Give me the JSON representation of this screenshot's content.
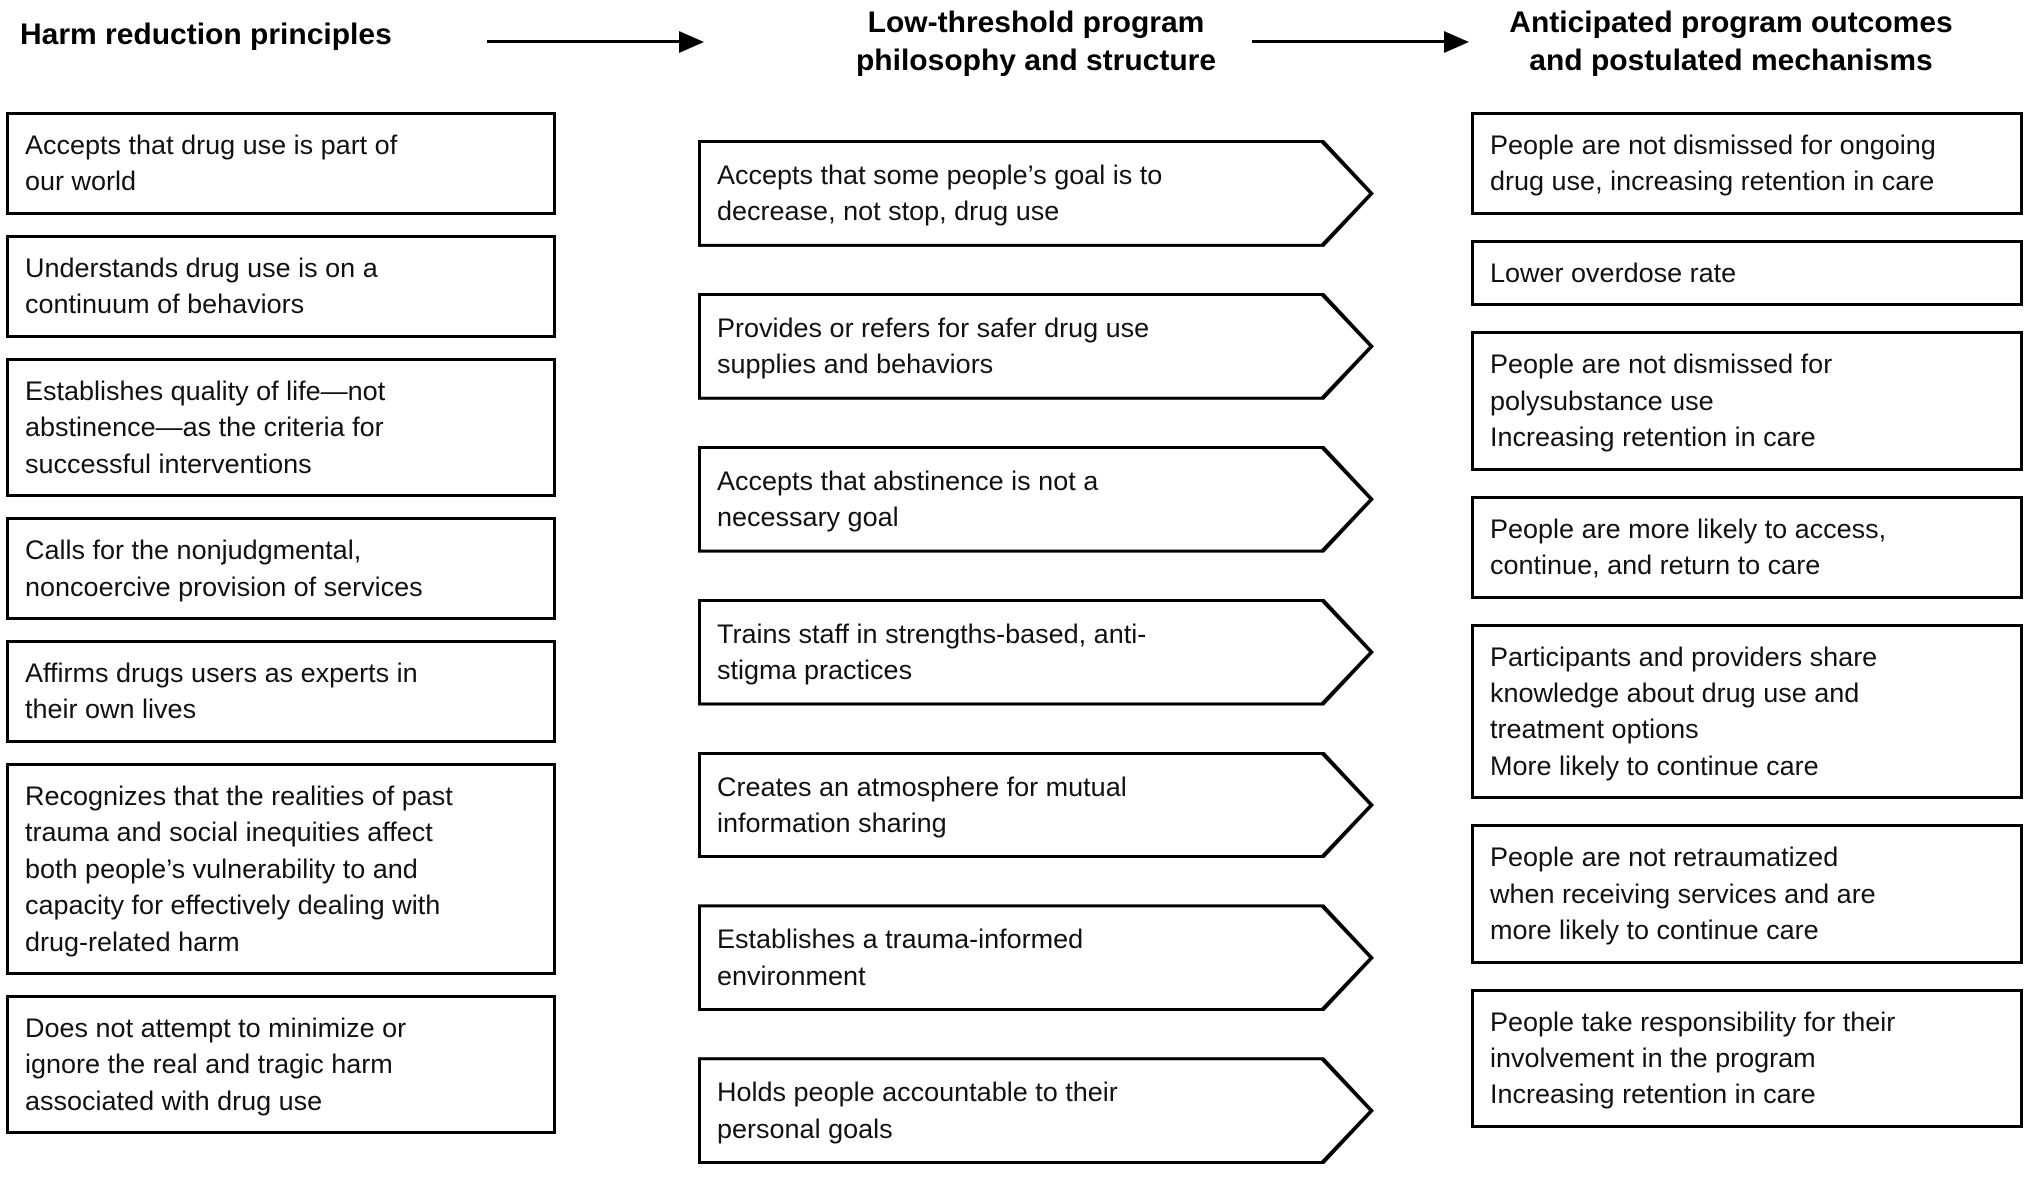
{
  "headers": {
    "principles": "Harm reduction principles",
    "program": "Low-threshold program\nphilosophy and structure",
    "outcomes": "Anticipated program outcomes\nand postulated mechanisms"
  },
  "icons": {
    "flow_arrow": "right-arrow"
  },
  "colors": {
    "line": "#000000",
    "background": "#ffffff",
    "text": "#111111"
  },
  "principles": [
    "Accepts that drug use is part of\nour world",
    "Understands drug use is on a\ncontinuum of behaviors",
    "Establishes quality of life—not\nabstinence—as the criteria for\nsuccessful interventions",
    "Calls for the nonjudgmental,\nnoncoercive provision of services",
    "Affirms drugs users as experts in\ntheir own lives",
    "Recognizes that the realities of past\ntrauma and social inequities affect\nboth people’s vulnerability to and\ncapacity for effectively dealing with\ndrug-related harm",
    "Does not attempt to minimize or\nignore the real and tragic harm\nassociated with drug use"
  ],
  "program": [
    "Accepts that some people’s goal is to\ndecrease, not stop, drug use",
    "Provides or refers for safer drug use\nsupplies and behaviors",
    "Accepts that abstinence is not a\nnecessary goal",
    "Trains staff in strengths-based, anti-\nstigma practices",
    "Creates an atmosphere for mutual\ninformation sharing",
    "Establishes a trauma-informed\nenvironment",
    "Holds people accountable to their\npersonal goals"
  ],
  "outcomes": [
    "People are not dismissed for ongoing\ndrug use, increasing retention in care",
    "Lower overdose rate",
    "People are not dismissed for\npolysubstance use\nIncreasing retention in care",
    "People are more likely to access,\ncontinue, and return to care",
    "Participants and providers share\nknowledge about drug use and\ntreatment options\nMore likely to continue care",
    "People are not retraumatized\nwhen receiving services and are\nmore likely to continue care",
    "People take responsibility for their\ninvolvement in the program\nIncreasing retention in care"
  ]
}
